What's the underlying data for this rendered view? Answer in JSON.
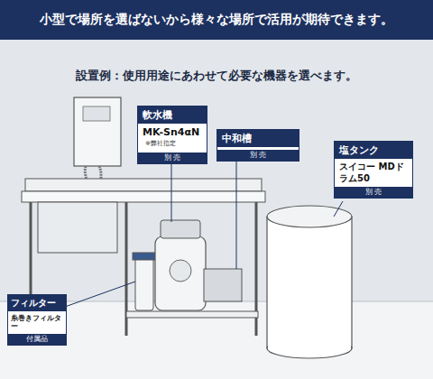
{
  "diagram": {
    "title": "小型で場所を選ばないから様々な場所で活用が期待できます。",
    "nodes": [
      {
        "text": [
          "軟水機",
          "MK-Sn4αN",
          "※弊社指定",
          "別 売"
        ]
      },
      {
        "text": [
          "中和槽",
          "別 売"
        ]
      },
      {
        "text": [
          "塩タンク",
          "スイコー MDドラム50",
          "別 売"
        ]
      },
      {
        "text": [
          "フィルター",
          "糸巻きフィルター",
          "付属品"
        ]
      }
    ],
    "labels": [
      "設置例：使用用途にあわせて必要な機器を選べます。"
    ]
  }
}
